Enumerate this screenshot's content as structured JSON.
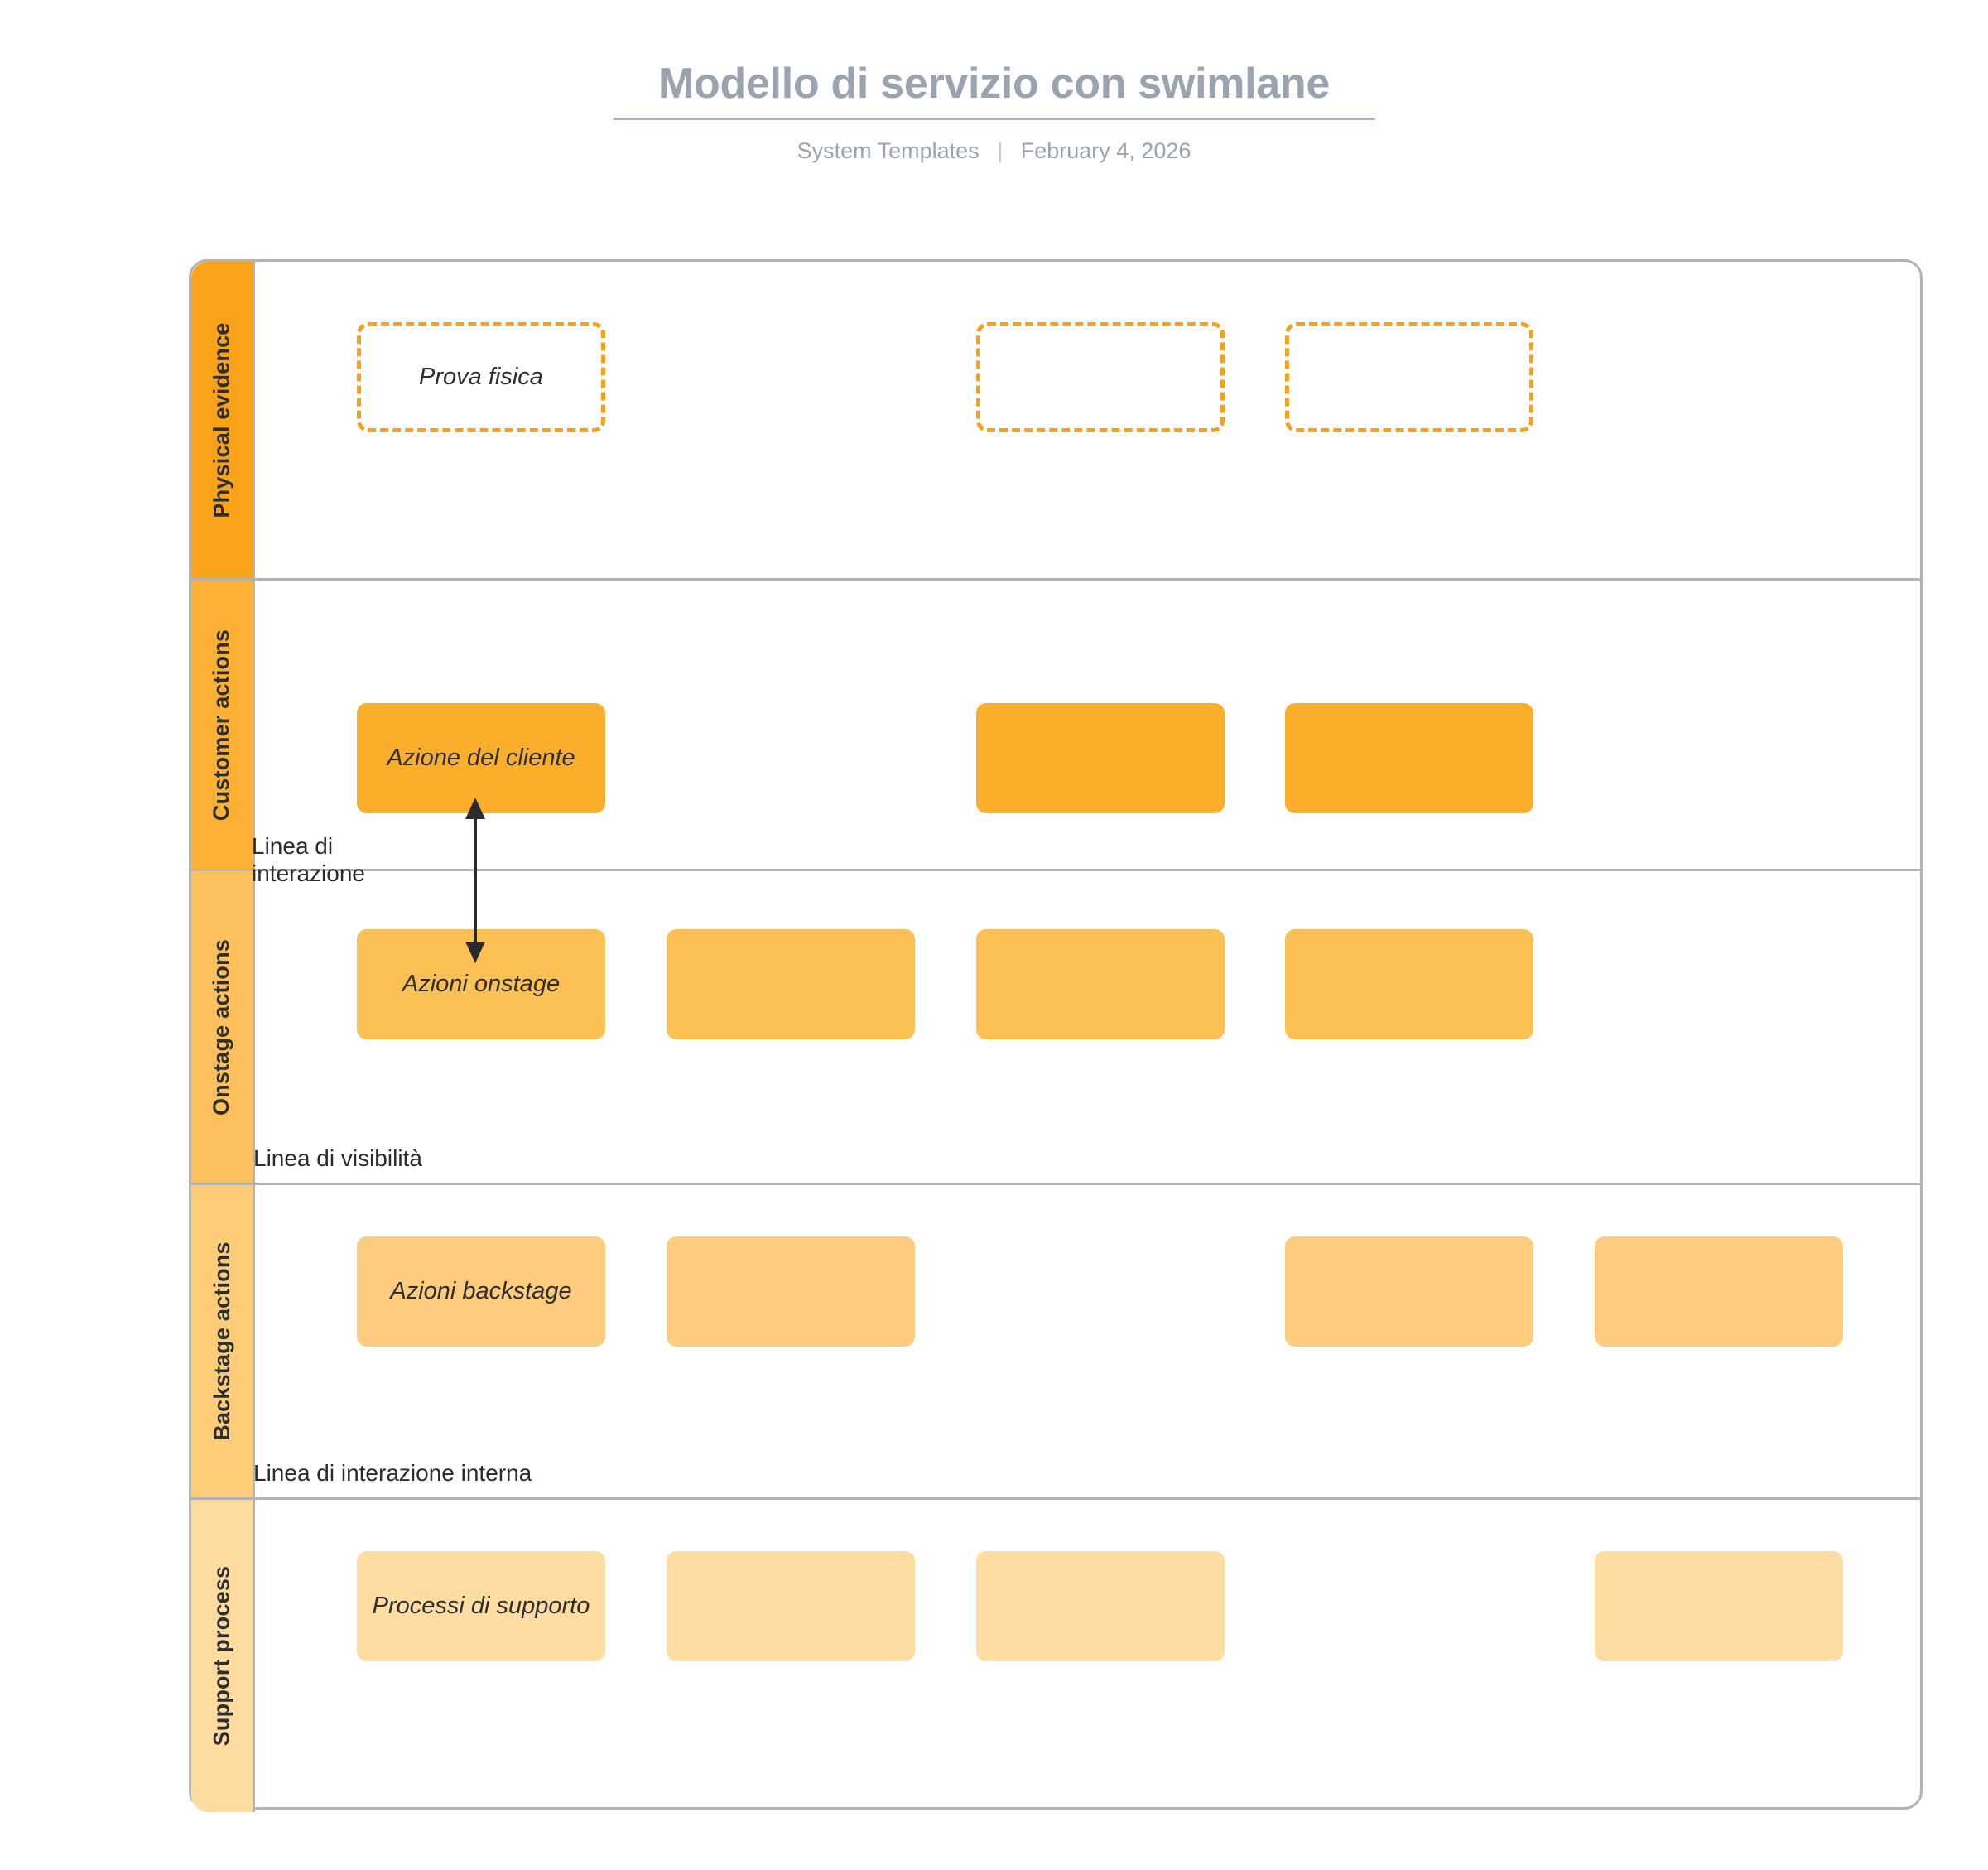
{
  "header": {
    "title": "Modello di servizio con swimlane",
    "source": "System Templates",
    "separator": "|",
    "date": "February 4, 2026"
  },
  "colors": {
    "lane_physical_evidence": "#FBA21B",
    "lane_customer_actions": "#FCB034",
    "lane_onstage_actions": "#FDC05C",
    "lane_backstage_actions": "#FDCC79",
    "lane_support_process": "#FEDCA0",
    "node_physical_evidence_border": "#F5A11A",
    "node_customer_actions": "#FBAE2B",
    "node_onstage_actions": "#FDC055",
    "node_backstage_actions": "#FDCC7E",
    "node_support_process": "#FEDCA2",
    "container_border": "#B3B3B3",
    "title_text": "#9AA3AF",
    "body_text": "#2E2E2E"
  },
  "lanes": [
    {
      "id": "physical-evidence",
      "label": "Physical evidence",
      "nodes": [
        {
          "column": 1,
          "label": "Prova fisica",
          "style": "dashed"
        },
        {
          "column": 3,
          "label": "",
          "style": "dashed"
        },
        {
          "column": 4,
          "label": "",
          "style": "dashed"
        }
      ]
    },
    {
      "id": "customer-actions",
      "label": "Customer actions",
      "nodes": [
        {
          "column": 1,
          "label": "Azione del cliente",
          "style": "filled"
        },
        {
          "column": 3,
          "label": "",
          "style": "filled"
        },
        {
          "column": 4,
          "label": "",
          "style": "filled"
        }
      ]
    },
    {
      "id": "onstage-actions",
      "label": "Onstage actions",
      "nodes": [
        {
          "column": 1,
          "label": "Azioni onstage",
          "style": "filled"
        },
        {
          "column": 2,
          "label": "",
          "style": "filled"
        },
        {
          "column": 3,
          "label": "",
          "style": "filled"
        },
        {
          "column": 4,
          "label": "",
          "style": "filled"
        }
      ]
    },
    {
      "id": "backstage-actions",
      "label": "Backstage actions",
      "nodes": [
        {
          "column": 1,
          "label": "Azioni backstage",
          "style": "filled"
        },
        {
          "column": 2,
          "label": "",
          "style": "filled"
        },
        {
          "column": 4,
          "label": "",
          "style": "filled"
        },
        {
          "column": 5,
          "label": "",
          "style": "filled"
        }
      ]
    },
    {
      "id": "support-process",
      "label": "Support process",
      "nodes": [
        {
          "column": 1,
          "label": "Processi di supporto",
          "style": "filled"
        },
        {
          "column": 2,
          "label": "",
          "style": "filled"
        },
        {
          "column": 3,
          "label": "",
          "style": "filled"
        },
        {
          "column": 5,
          "label": "",
          "style": "filled"
        }
      ]
    }
  ],
  "line_annotations": [
    {
      "id": "line-of-interaction",
      "label": "Linea di\ninterazione"
    },
    {
      "id": "line-of-visibility",
      "label": "Linea di visibilità"
    },
    {
      "id": "line-of-internal-interaction",
      "label": "Linea di interazione interna"
    }
  ]
}
